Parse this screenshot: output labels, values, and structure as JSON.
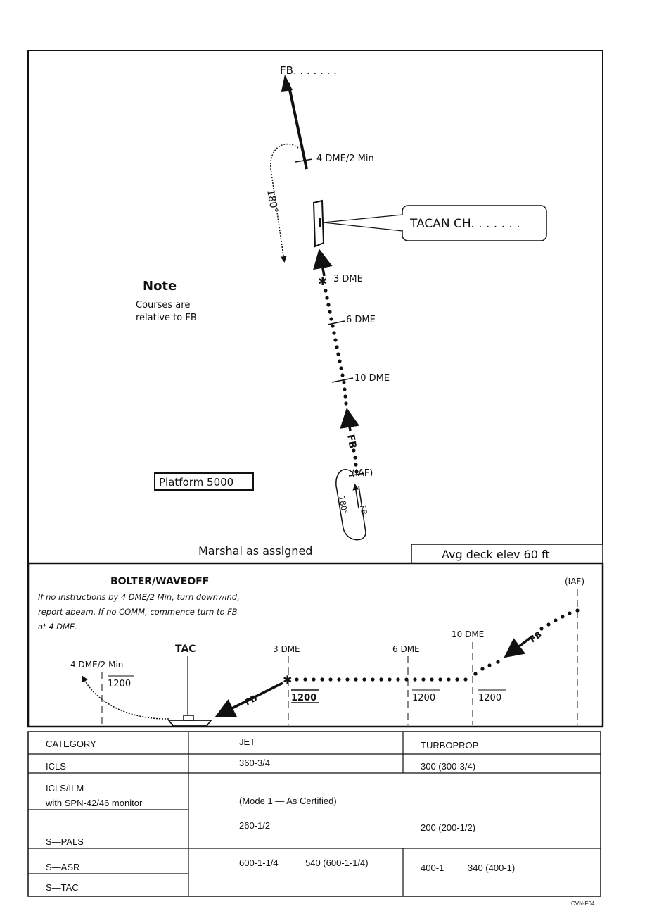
{
  "plan_view": {
    "fb_label": "FB. . . . . . .",
    "fix_4dme": "4 DME/2 Min",
    "turn_180": "180°",
    "tacan_label": "TACAN CH. . . . . . .",
    "fix_3dme": "3 DME",
    "fix_6dme": "6 DME",
    "fix_10dme": "10 DME",
    "fb_course": "FB",
    "iaf": "(IAF)",
    "hold_turn": "180°",
    "hold_fb": "FB",
    "note_title": "Note",
    "note_line1": "Courses are",
    "note_line2": "relative to FB",
    "platform": "Platform 5000",
    "marshal": "Marshal as assigned",
    "deck_elev": "Avg deck elev 60 ft"
  },
  "profile_view": {
    "title": "BOLTER/WAVEOFF",
    "instr_line1": "If no instructions by 4 DME/2 Min, turn downwind,",
    "instr_line2": "report abeam. If no COMM, commence turn to FB",
    "instr_line3": "at 4 DME.",
    "iaf": "(IAF)",
    "tac": "TAC",
    "dme_4": "4 DME/2 Min",
    "dme_3": "3 DME",
    "dme_6": "6 DME",
    "dme_10": "10 DME",
    "alt_4dme": "1200",
    "alt_3dme": "1200",
    "alt_6dme": "1200",
    "alt_10dme": "1200",
    "fb_near": "FB",
    "fb_far": "FB"
  },
  "minimums": {
    "headers": [
      "CATEGORY",
      "JET",
      "TURBOPROP"
    ],
    "icls": {
      "label": "ICLS",
      "jet": "360-3/4",
      "turboprop": "300 (300-3/4)"
    },
    "icls_ilm": {
      "label1": "ICLS/ILM",
      "label2": "with SPN-42/46 monitor",
      "mode": "(Mode 1 — As Certified)"
    },
    "spals": {
      "label": "S—PALS",
      "jet": "260-1/2",
      "turboprop": "200 (200-1/2)"
    },
    "asr": {
      "label": "S—ASR",
      "jet_a": "600-1-1/4",
      "jet_b": "540 (600-1-1/4)",
      "turboprop_a": "400-1",
      "turboprop_b": "340 (400-1)"
    },
    "tac": {
      "label": "S—TAC"
    }
  },
  "footer_code": "CVN-F04"
}
